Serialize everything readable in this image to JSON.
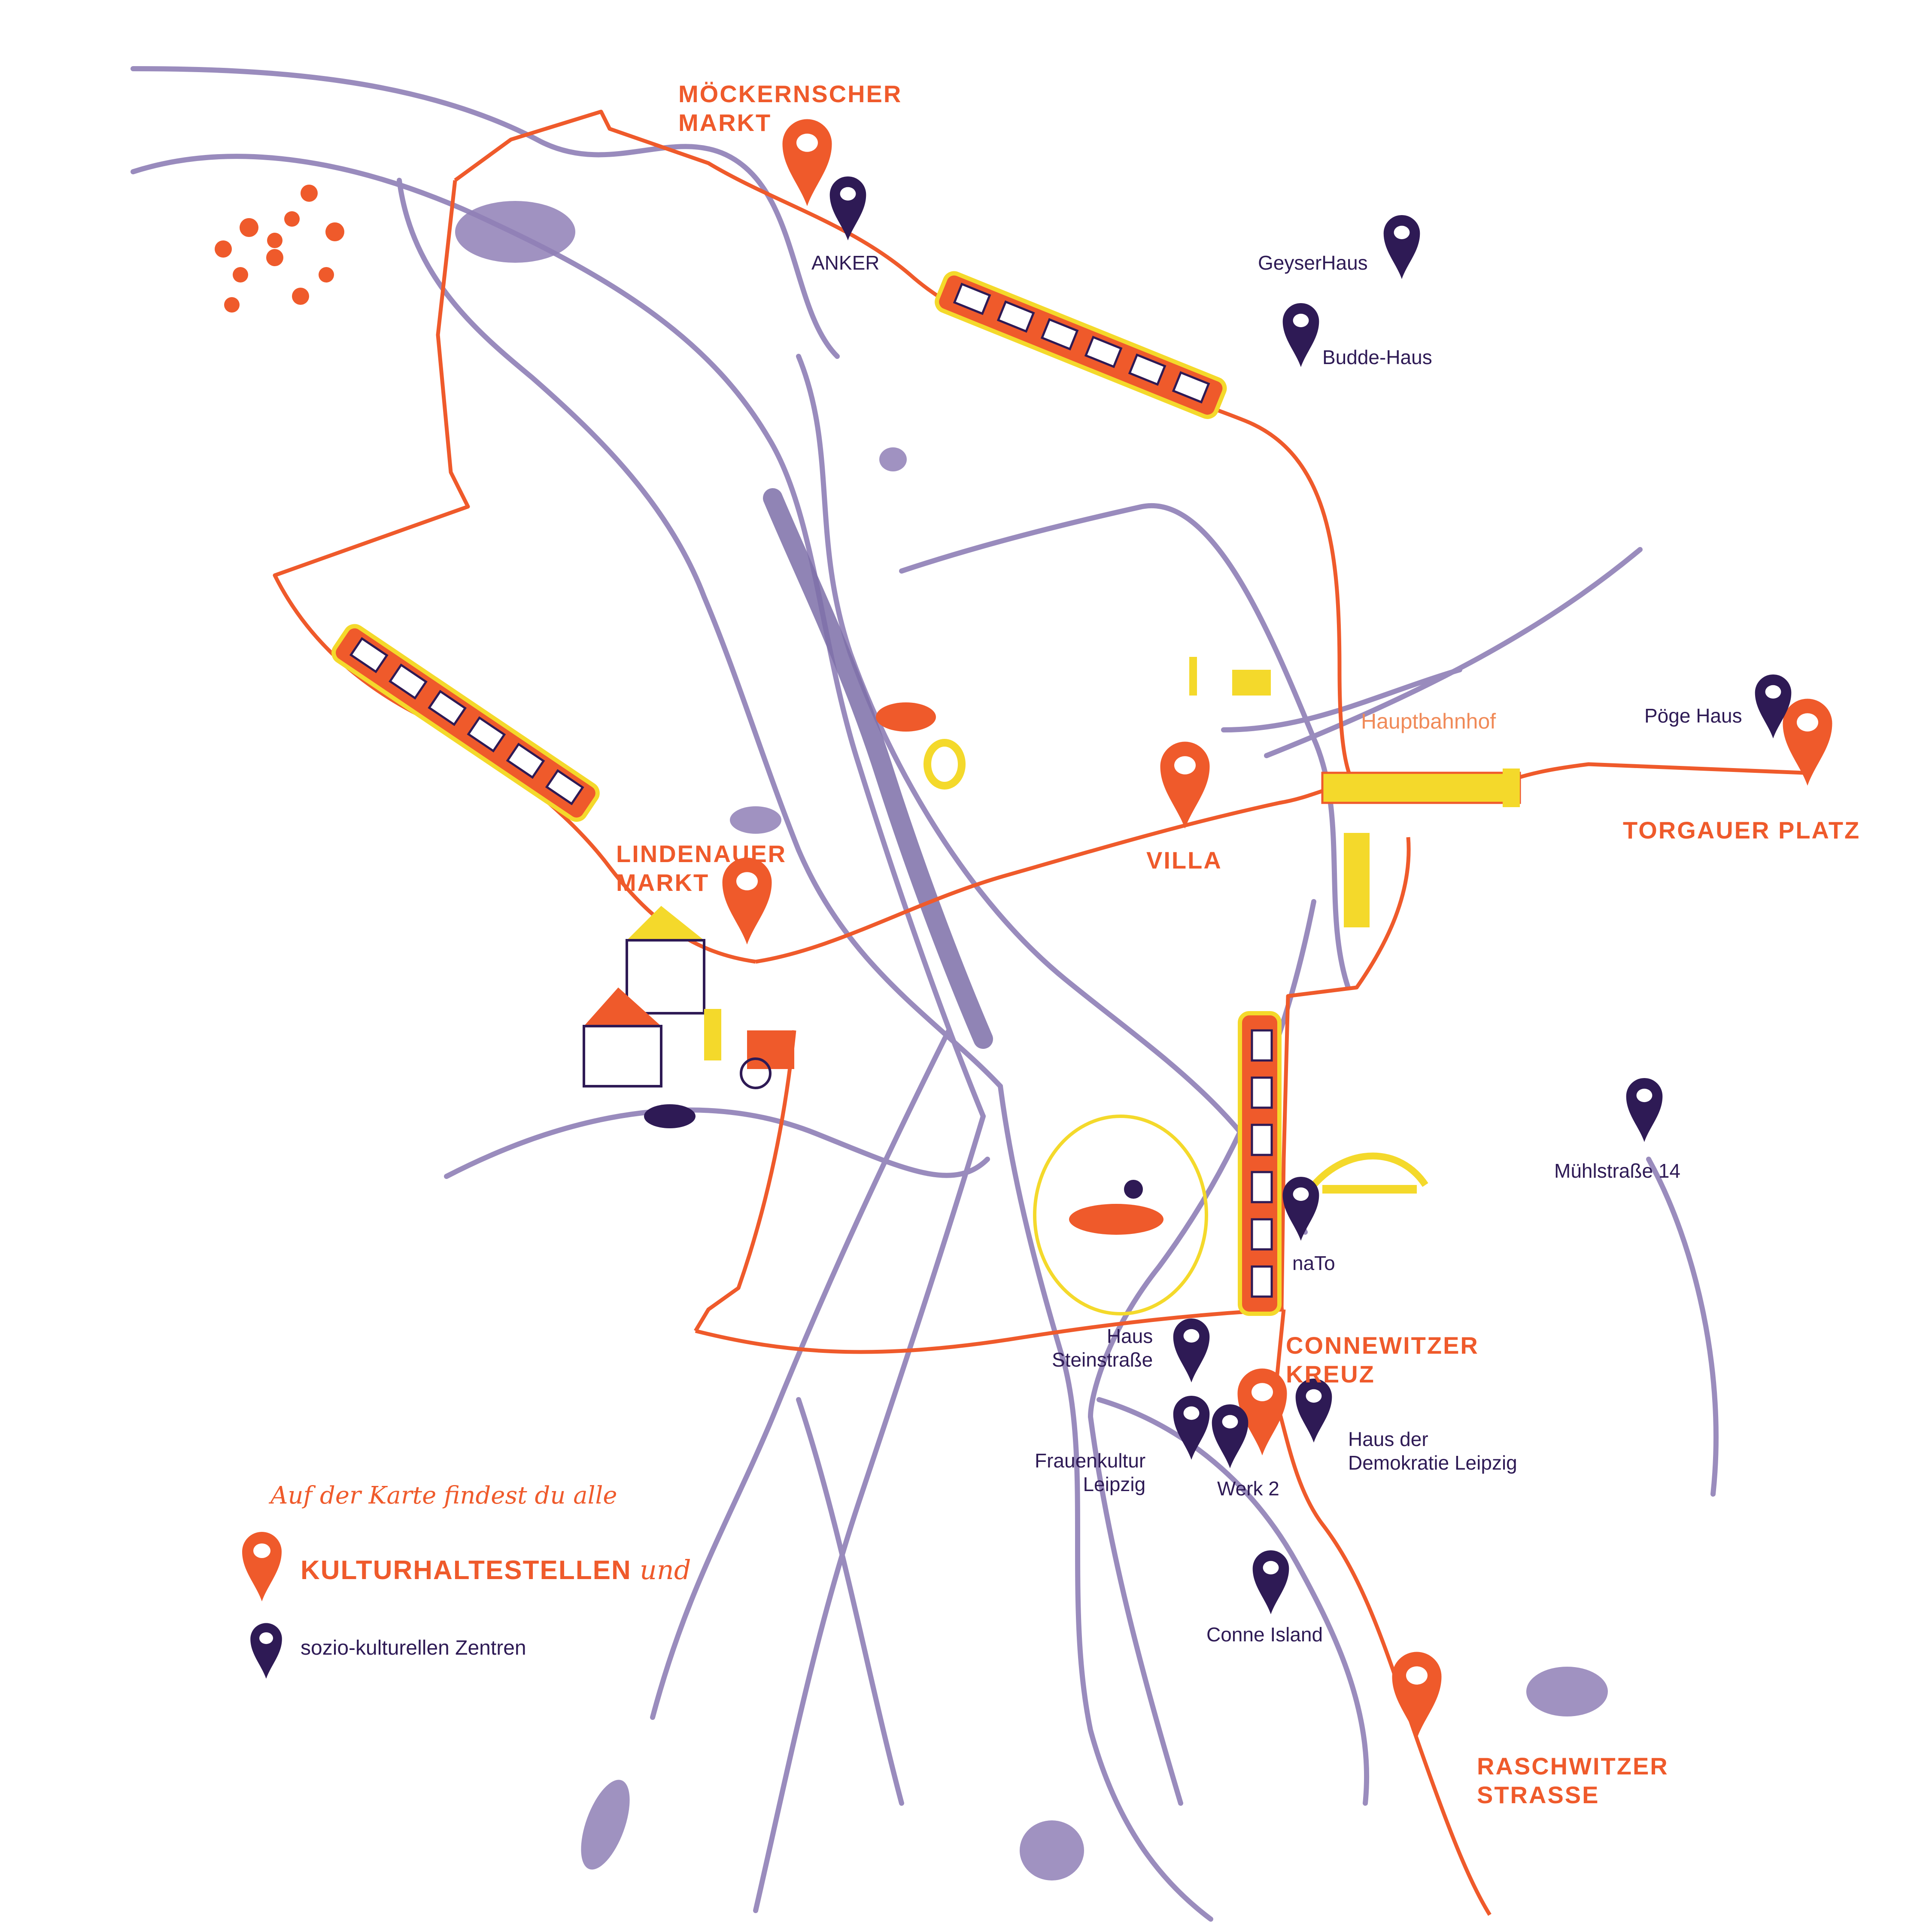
{
  "colors": {
    "river": "#8f7fb6",
    "tram": "#ef5a2b",
    "center": "#2e1a55",
    "accent": "#f4d92b",
    "background": "#ffffff"
  },
  "kulturhaltestellen": [
    {
      "id": "moeckernscher-markt",
      "lines": [
        "MÖCKERNSCHER",
        "MARKT"
      ]
    },
    {
      "id": "lindenauer-markt",
      "lines": [
        "LINDENAUER",
        "MARKT"
      ]
    },
    {
      "id": "villa",
      "lines": [
        "VILLA"
      ]
    },
    {
      "id": "torgauer-platz",
      "lines": [
        "TORGAUER PLATZ"
      ]
    },
    {
      "id": "connewitzer-kreuz",
      "lines": [
        "CONNEWITZER",
        "KREUZ"
      ]
    },
    {
      "id": "raschwitzer-strasse",
      "lines": [
        "RASCHWITZER",
        "STRASSE"
      ]
    }
  ],
  "soziokulturelle_zentren": [
    {
      "id": "anker",
      "lines": [
        "ANKER"
      ]
    },
    {
      "id": "geyserhaus",
      "lines": [
        "GeyserHaus"
      ]
    },
    {
      "id": "budde-haus",
      "lines": [
        "Budde-Haus"
      ]
    },
    {
      "id": "poege-haus",
      "lines": [
        "Pöge Haus"
      ]
    },
    {
      "id": "muehlstrasse-14",
      "lines": [
        "Mühlstraße 14"
      ]
    },
    {
      "id": "nato",
      "lines": [
        "naTo"
      ]
    },
    {
      "id": "haus-steinstrasse",
      "lines": [
        "Haus",
        "Steinstraße"
      ]
    },
    {
      "id": "frauenkultur-leipzig",
      "lines": [
        "Frauenkultur",
        "Leipzig"
      ]
    },
    {
      "id": "werk-2",
      "lines": [
        "Werk 2"
      ]
    },
    {
      "id": "haus-der-demokratie",
      "lines": [
        "Haus der",
        "Demokratie Leipzig"
      ]
    },
    {
      "id": "conne-island",
      "lines": [
        "Conne Island"
      ]
    }
  ],
  "places": {
    "hauptbahnhof": "Hauptbahnhof"
  },
  "legend": {
    "intro": "Auf der Karte findest du alle",
    "stops_label": "KULTURHALTESTELLEN",
    "stops_suffix": "und",
    "centers_label": "sozio-kulturellen Zentren"
  }
}
